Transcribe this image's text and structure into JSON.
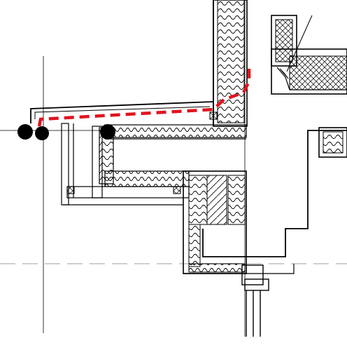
{
  "drawing": {
    "kind": "cad-section-detail",
    "colors": {
      "background": "#ffffff",
      "line": "#000000",
      "guide": "#bdbdbd",
      "insulation": "#000000",
      "highlight_path": "#e0141e",
      "control_point": "#000000"
    },
    "layers": {
      "insulation_batts": "insulation-hatch",
      "membrane_path": "red-dashed-path",
      "control_points": "black-dot-markers",
      "reference_lines": "thin-guide-lines"
    }
  }
}
